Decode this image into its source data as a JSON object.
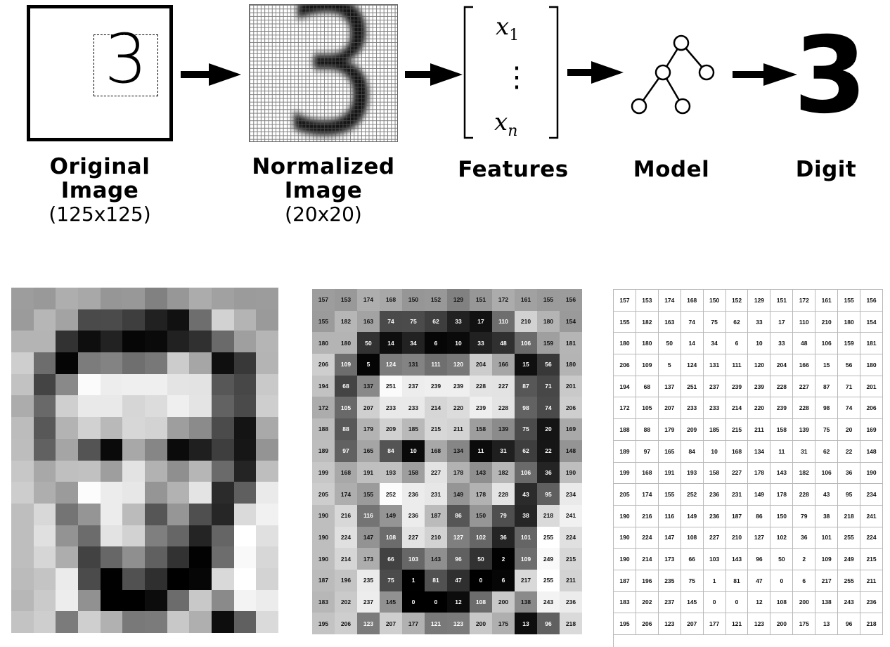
{
  "pipeline": {
    "labels": [
      {
        "id": "original",
        "line1": "Original",
        "line2": "Image",
        "line3": "(125x125)"
      },
      {
        "id": "normalized",
        "line1": "Normalized",
        "line2": "Image",
        "line3": "(20x20)"
      },
      {
        "id": "features",
        "line1": "Features"
      },
      {
        "id": "model",
        "line1": "Model"
      },
      {
        "id": "digit",
        "line1": "Digit"
      }
    ],
    "original_digit": "3",
    "normalized_digit": "3",
    "feature_first": "x",
    "feature_first_sub": "1",
    "feature_dots": "⋮",
    "feature_last": "x",
    "feature_last_sub": "n",
    "output_digit": "3",
    "icons": [
      "arrow-icon",
      "tree-model-icon"
    ]
  },
  "pixel_matrix": [
    [
      157,
      153,
      174,
      168,
      150,
      152,
      129,
      151,
      172,
      161,
      155,
      156
    ],
    [
      155,
      182,
      163,
      74,
      75,
      62,
      33,
      17,
      110,
      210,
      180,
      154
    ],
    [
      180,
      180,
      50,
      14,
      34,
      6,
      10,
      33,
      48,
      106,
      159,
      181
    ],
    [
      206,
      109,
      5,
      124,
      131,
      111,
      120,
      204,
      166,
      15,
      56,
      180
    ],
    [
      194,
      68,
      137,
      251,
      237,
      239,
      239,
      228,
      227,
      87,
      71,
      201
    ],
    [
      172,
      105,
      207,
      233,
      233,
      214,
      220,
      239,
      228,
      98,
      74,
      206
    ],
    [
      188,
      88,
      179,
      209,
      185,
      215,
      211,
      158,
      139,
      75,
      20,
      169
    ],
    [
      189,
      97,
      165,
      84,
      10,
      168,
      134,
      11,
      31,
      62,
      22,
      148
    ],
    [
      199,
      168,
      191,
      193,
      158,
      227,
      178,
      143,
      182,
      106,
      36,
      190
    ],
    [
      205,
      174,
      155,
      252,
      236,
      231,
      149,
      178,
      228,
      43,
      95,
      234
    ],
    [
      190,
      216,
      116,
      149,
      236,
      187,
      86,
      150,
      79,
      38,
      218,
      241
    ],
    [
      190,
      224,
      147,
      108,
      227,
      210,
      127,
      102,
      36,
      101,
      255,
      224
    ],
    [
      190,
      214,
      173,
      66,
      103,
      143,
      96,
      50,
      2,
      109,
      249,
      215
    ],
    [
      187,
      196,
      235,
      75,
      1,
      81,
      47,
      0,
      6,
      217,
      255,
      211
    ],
    [
      183,
      202,
      237,
      145,
      0,
      0,
      12,
      108,
      200,
      138,
      243,
      236
    ],
    [
      195,
      206,
      123,
      207,
      177,
      121,
      123,
      200,
      175,
      13,
      96,
      218
    ]
  ]
}
